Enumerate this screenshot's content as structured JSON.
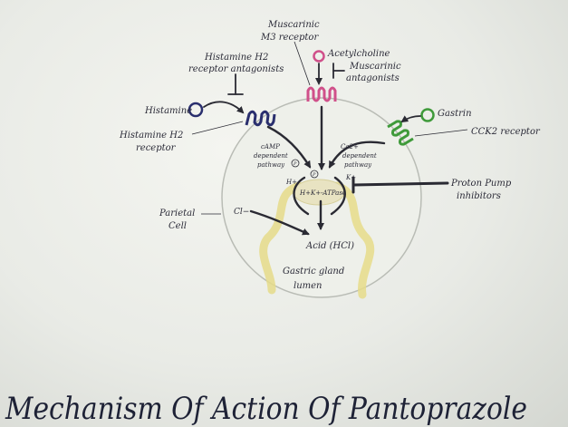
{
  "labels": {
    "muscarinic": "Muscarinic",
    "m3_receptor": "M3 receptor",
    "acetylcholine": "Acetylcholine",
    "musc_antag_1": "Muscarinic",
    "musc_antag_2": "antagonists",
    "h2_antag_1": "Histamine H2",
    "h2_antag_2": "receptor antagonists",
    "histamine": "Histamine",
    "h2_receptor_1": "Histamine H2",
    "h2_receptor_2": "receptor",
    "gastrin": "Gastrin",
    "cck2_receptor": "CCK2 receptor",
    "camp_1": "cAMP",
    "camp_2": "dependent",
    "camp_3": "pathway",
    "ca_1": "Ca2+",
    "ca_2": "dependent",
    "ca_3": "pathway",
    "p_marker_1": "P",
    "p_marker_2": "P",
    "h_ion": "H+",
    "k_ion": "K+",
    "atpase": "H+K+-ATPase",
    "ppi_1": "Proton Pump",
    "ppi_2": "inhibitors",
    "parietal_1": "Parietal",
    "parietal_2": "Cell",
    "cl_ion": "Cl−",
    "acid": "Acid (HCl)",
    "lumen_1": "Gastric gland",
    "lumen_2": "lumen"
  },
  "title": "Mechanism Of Action Of Pantoprazole",
  "colors": {
    "ink": "#2a2a33",
    "m3_receptor": "#d0508a",
    "h2_receptor": "#2a2f6e",
    "cck2_receptor": "#3f9a3a",
    "gland": "#e6dc8a",
    "cell_outline": "#b9bcb5"
  }
}
